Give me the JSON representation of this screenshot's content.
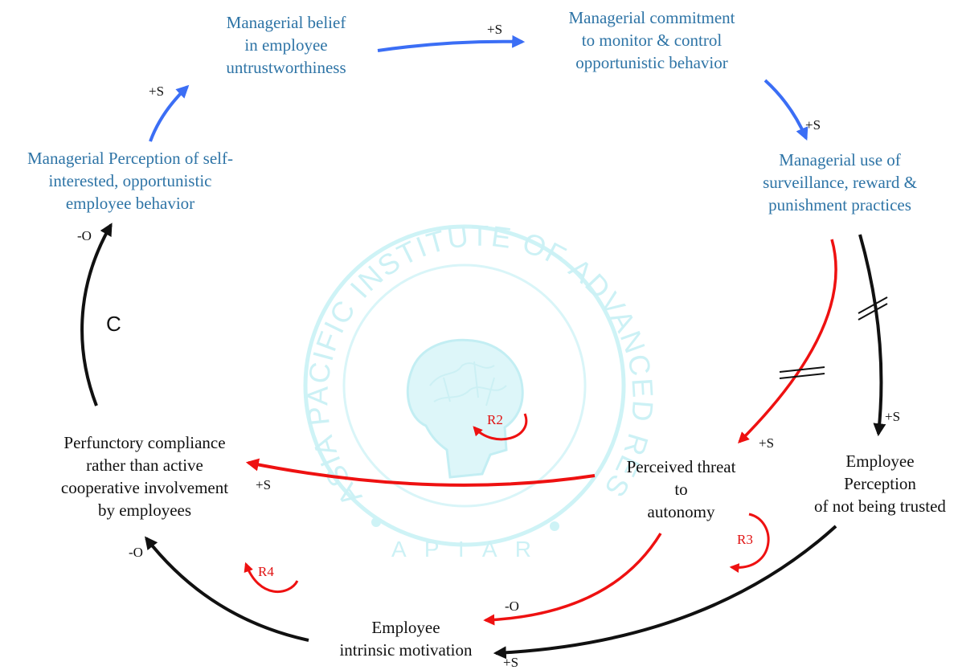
{
  "nodes": {
    "belief": [
      "Managerial belief",
      "in employee",
      "untrustworthiness"
    ],
    "commitment": [
      "Managerial commitment",
      "to monitor & control",
      "opportunistic behavior"
    ],
    "use": [
      "Managerial use of",
      "surveillance, reward &",
      "punishment practices"
    ],
    "perception": [
      "Managerial Perception of self-",
      "interested, opportunistic",
      "employee behavior"
    ],
    "compliance": [
      "Perfunctory compliance",
      "rather than active",
      "cooperative involvement",
      "by employees"
    ],
    "threat": [
      "Perceived threat",
      "to",
      "autonomy"
    ],
    "trust": [
      "Employee",
      "Perception",
      "of not being trusted"
    ],
    "motivation": [
      "Employee",
      "intrinsic motivation"
    ]
  },
  "polarities": {
    "belief_to_commitment": "+S",
    "perception_to_belief": "+S",
    "commitment_to_use": "+S",
    "use_to_threat": "+S",
    "use_to_trust": "+S",
    "threat_to_compliance": "+S",
    "compliance_to_perception": "-O",
    "motivation_to_compliance": "-O",
    "threat_to_motivation": "-O",
    "trust_to_motivation": "+S"
  },
  "loops": {
    "c": "C",
    "r2": "R2",
    "r3": "R3",
    "r4": "R4"
  },
  "watermark": {
    "ring_text": "ASIA PACIFIC INSTITUTE OF ADVANCED RESEARCH",
    "bottom_text": "A P I A R"
  },
  "colors": {
    "blue_text": "#2e74a6",
    "blue_arrow": "#3b6ef5",
    "red_arrow": "#ee1111",
    "black_arrow": "#111111",
    "watermark": "#bfeff4"
  }
}
